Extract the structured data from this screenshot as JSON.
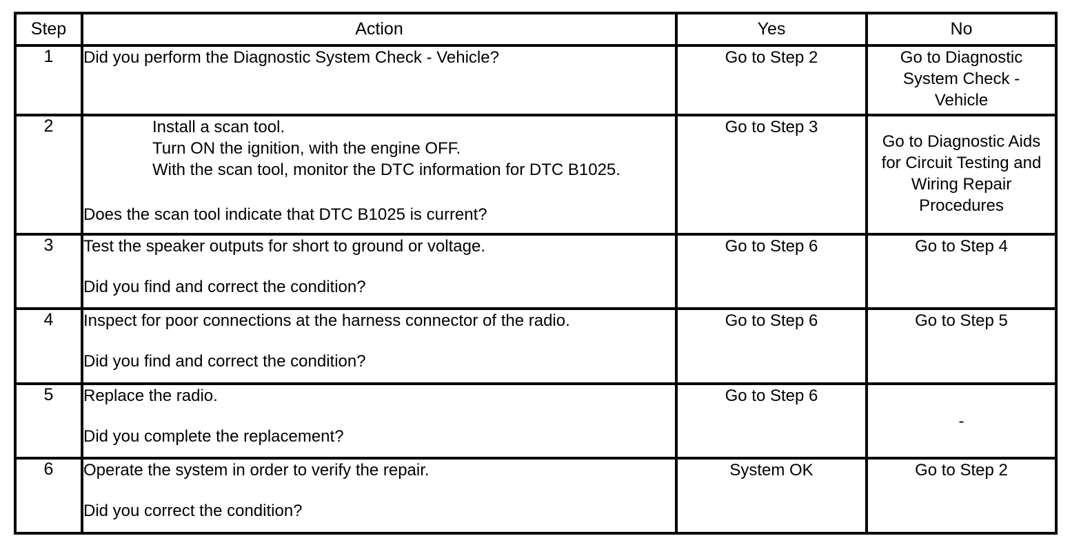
{
  "document": {
    "type": "diagnostic-procedure-table",
    "background_color": "#ffffff",
    "text_color": "#000000",
    "border_color": "#000000"
  },
  "table": {
    "headers": {
      "step": "Step",
      "action": "Action",
      "yes": "Yes",
      "no": "No"
    },
    "rows": [
      {
        "step": "1",
        "action_lines": "Did you perform the Diagnostic System Check - Vehicle?",
        "action_indented": "",
        "action_question": "",
        "yes": "Go to Step 2",
        "no": "Go to Diagnostic\nSystem Check -\nVehicle"
      },
      {
        "step": "2",
        "action_lines": "",
        "action_indented": "Install a scan tool.\nTurn ON the ignition, with the engine OFF.\nWith the scan tool, monitor the DTC information for DTC B1025.",
        "action_question": "Does the scan tool indicate that DTC B1025 is current?",
        "yes": "Go to Step 3",
        "no": "Go to Diagnostic Aids\nfor Circuit Testing and\nWiring Repair\nProcedures"
      },
      {
        "step": "3",
        "action_lines": "Test the speaker outputs for short to ground or voltage.",
        "action_indented": "",
        "action_question": "Did you find and correct the condition?",
        "yes": "Go to Step 6",
        "no": "Go to Step 4"
      },
      {
        "step": "4",
        "action_lines": "Inspect for poor connections at the harness connector of the radio.",
        "action_indented": "",
        "action_question": "Did you find and correct the condition?",
        "yes": "Go to Step 6",
        "no": "Go to Step 5"
      },
      {
        "step": "5",
        "action_lines": "Replace the radio.",
        "action_indented": "",
        "action_question": "Did you complete the replacement?",
        "yes": "Go to Step 6",
        "no": "-"
      },
      {
        "step": "6",
        "action_lines": "Operate the system in order to verify the repair.",
        "action_indented": "",
        "action_question": "Did you correct the condition?",
        "yes": "System OK",
        "no": "Go to Step 2"
      }
    ]
  }
}
